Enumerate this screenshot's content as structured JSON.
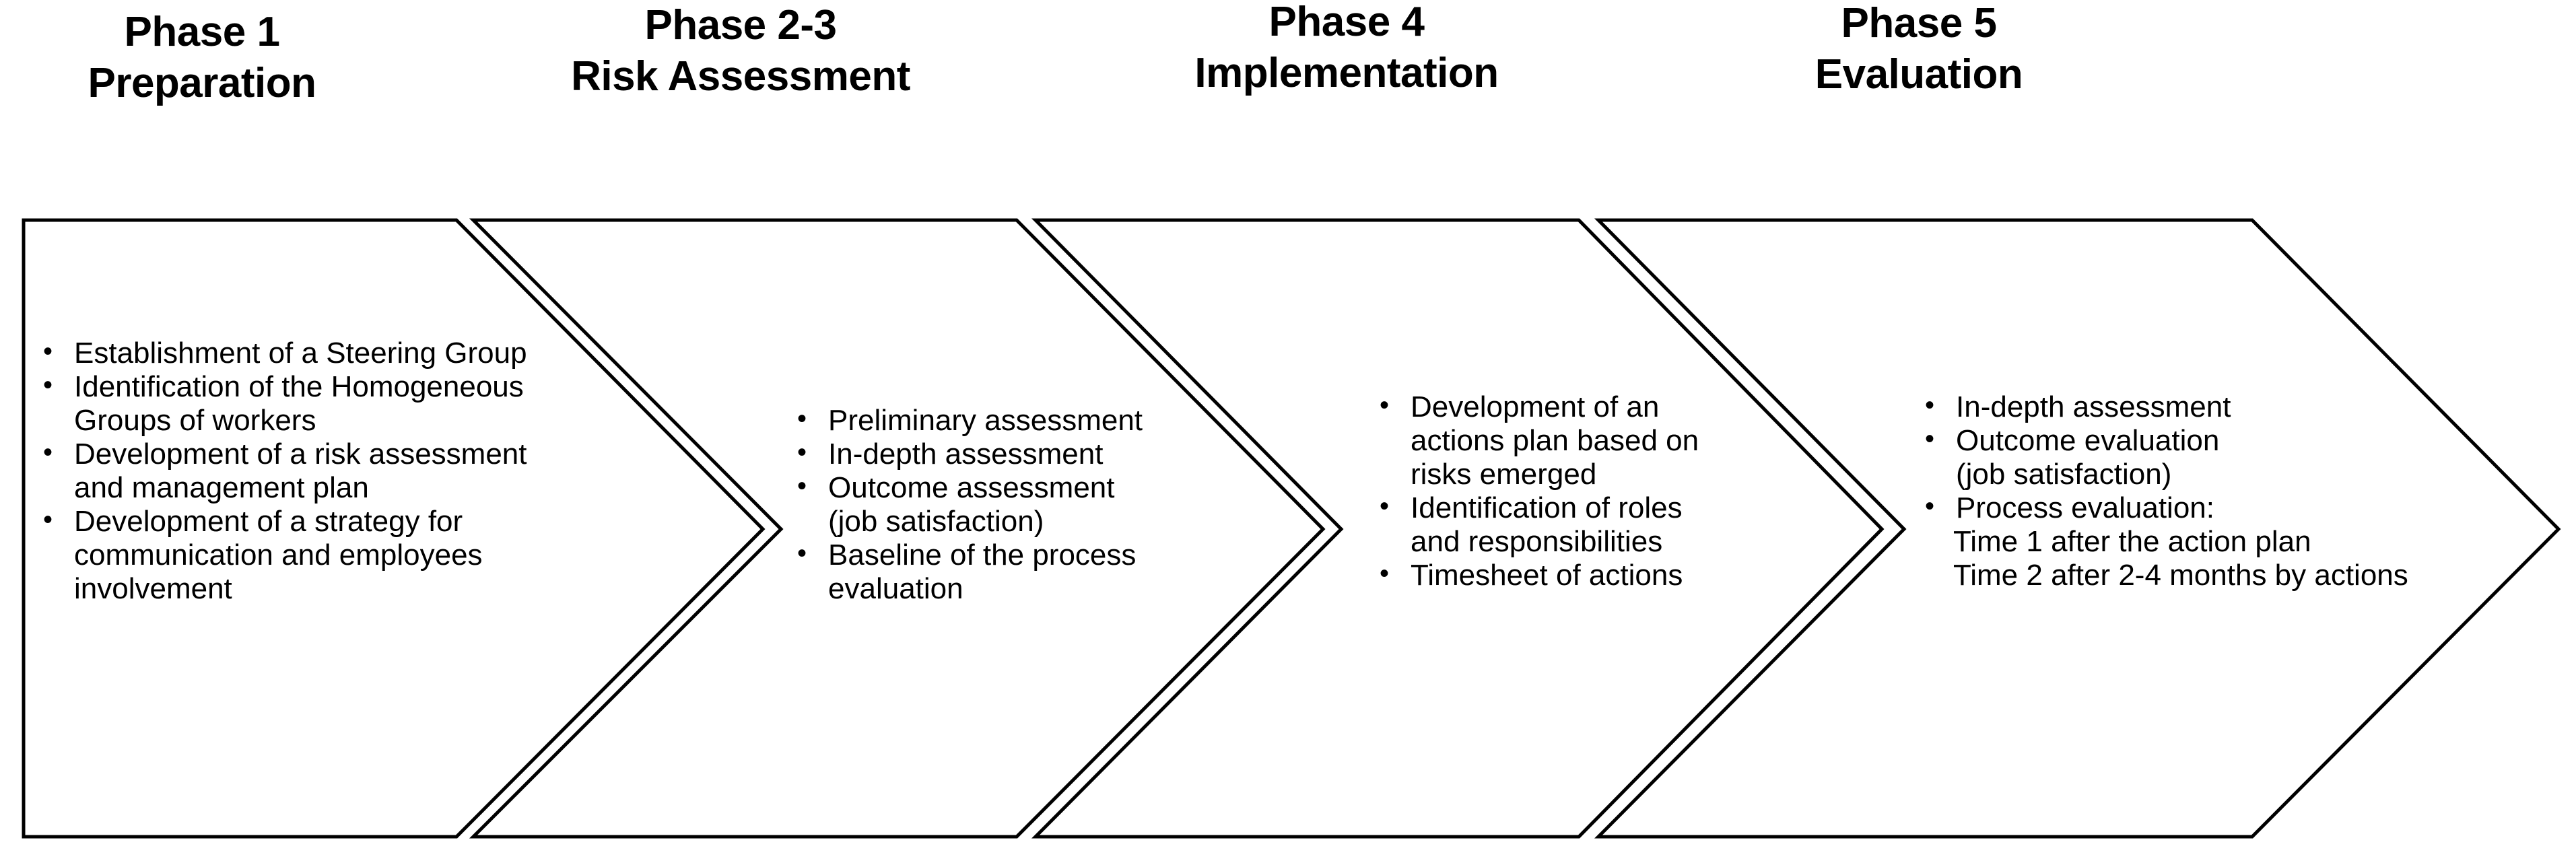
{
  "diagram": {
    "type": "process-chevron-flow",
    "title_block_count": 4,
    "phases": [
      {
        "id": "phase-1",
        "title_line1": "Phase 1",
        "title_line2": "Preparation",
        "bullets": [
          {
            "lines": [
              "Establishment of a Steering Group"
            ]
          },
          {
            "lines": [
              "Identification of the Homogeneous",
              "Groups of workers"
            ]
          },
          {
            "lines": [
              "Development of a risk assessment",
              "and management plan"
            ]
          },
          {
            "lines": [
              "Development of a strategy for",
              "communication and employees",
              "involvement"
            ]
          }
        ]
      },
      {
        "id": "phase-2-3",
        "title_line1": "Phase 2-3",
        "title_line2": "Risk Assessment",
        "bullets": [
          {
            "lines": [
              "Preliminary assessment"
            ]
          },
          {
            "lines": [
              "In-depth assessment"
            ]
          },
          {
            "lines": [
              "Outcome assessment",
              "(job satisfaction)"
            ]
          },
          {
            "lines": [
              "Baseline of the process",
              "evaluation"
            ]
          }
        ]
      },
      {
        "id": "phase-4",
        "title_line1": "Phase 4",
        "title_line2": "Implementation",
        "bullets": [
          {
            "lines": [
              "Development  of an",
              "actions plan based on",
              "risks emerged"
            ]
          },
          {
            "lines": [
              "Identification of  roles",
              "and responsibilities"
            ]
          },
          {
            "lines": [
              "Timesheet of actions"
            ]
          }
        ]
      },
      {
        "id": "phase-5",
        "title_line1": "Phase 5",
        "title_line2": "Evaluation",
        "bullets": [
          {
            "lines": [
              "In-depth assessment"
            ]
          },
          {
            "lines": [
              "Outcome evaluation",
              "(job satisfaction)"
            ]
          },
          {
            "lines": [
              "Process evaluation:"
            ]
          }
        ],
        "trailing_lines": [
          "Time 1 after the action plan",
          "Time 2 after 2-4 months by actions"
        ]
      }
    ],
    "bullet_glyph": "•",
    "colors": {
      "background": "#ffffff",
      "shape_fill": "#ffffff",
      "shape_stroke": "#000000",
      "text": "#000000"
    }
  }
}
